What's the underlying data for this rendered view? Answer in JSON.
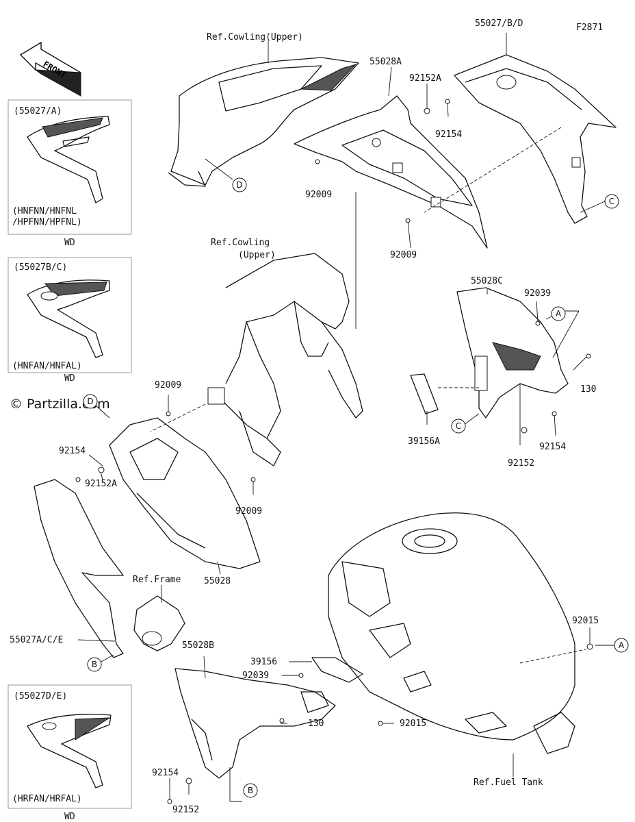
{
  "figure_code": "F2871",
  "front_label": "FRONT",
  "watermark": "© Partzilla.com",
  "refs": {
    "cowling_upper_top": "Ref.Cowling(Upper)",
    "cowling_upper_mid_1": "Ref.Cowling",
    "cowling_upper_mid_2": "(Upper)",
    "frame": "Ref.Frame",
    "fuel_tank": "Ref.Fuel Tank"
  },
  "variant_boxes": [
    {
      "part": "(55027/A)",
      "codes_1": "(HNFNN/HNFNL",
      "codes_2": "/HPFNN/HPFNL)",
      "footer": "WD"
    },
    {
      "part": "(55027B/C)",
      "codes_1": "(HNFAN/HNFAL)",
      "footer": "WD"
    },
    {
      "part": "(55027D/E)",
      "codes_1": "(HRFAN/HRFAL)",
      "footer": "WD"
    }
  ],
  "part_labels": {
    "p55027BD": "55027/B/D",
    "p55028A": "55028A",
    "p92152A_top": "92152A",
    "p92154_top": "92154",
    "p92009_top": "92009",
    "p92009_right": "92009",
    "p55028C": "55028C",
    "p92039_right": "92039",
    "p130_right": "130",
    "p39156A": "39156A",
    "p92154_right": "92154",
    "p92152_right": "92152",
    "p92009_left": "92009",
    "p92154_left": "92154",
    "p92152A_left": "92152A",
    "p92009_mid": "92009",
    "p55028": "55028",
    "p55027ACE": "55027A/C/E",
    "p55028B": "55028B",
    "p39156": "39156",
    "p92039_bottom": "92039",
    "p130_bottom": "130",
    "p92015_mid": "92015",
    "p92015_right": "92015",
    "p92154_bottom": "92154",
    "p92152_bottom": "92152"
  },
  "callouts": {
    "A": "A",
    "B": "B",
    "C": "C",
    "D": "D"
  }
}
